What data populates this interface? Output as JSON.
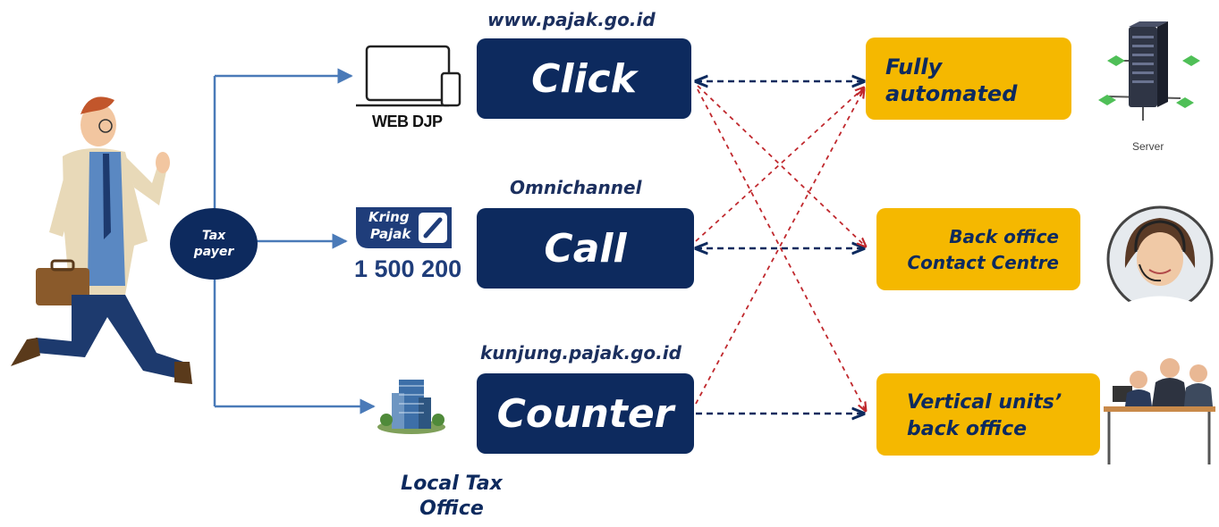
{
  "taxpayer": {
    "line1": "Tax",
    "line2": "payer"
  },
  "channels": [
    {
      "caption": "www.pajak.go.id",
      "label": "Click"
    },
    {
      "caption": "Omnichannel",
      "label": "Call"
    },
    {
      "caption": "kunjung.pajak.go.id",
      "label": "Counter"
    }
  ],
  "sources": {
    "web": "WEB DJP",
    "kring_top": "Kring",
    "kring_bottom": "Pajak",
    "kring_number": "1 500 200",
    "office_line1": "Local Tax",
    "office_line2": "Office"
  },
  "outcomes": [
    {
      "line1": "Fully",
      "line2": "automated"
    },
    {
      "line1": "Back office",
      "line2": "Contact Centre"
    },
    {
      "line1": "Vertical units’",
      "line2": "back office"
    }
  ],
  "right_labels": {
    "server": "Server"
  },
  "colors": {
    "navy": "#0d2a5e",
    "gold": "#f5b800",
    "blue_line": "#4a7ab8",
    "red_dash": "#c0282d"
  }
}
